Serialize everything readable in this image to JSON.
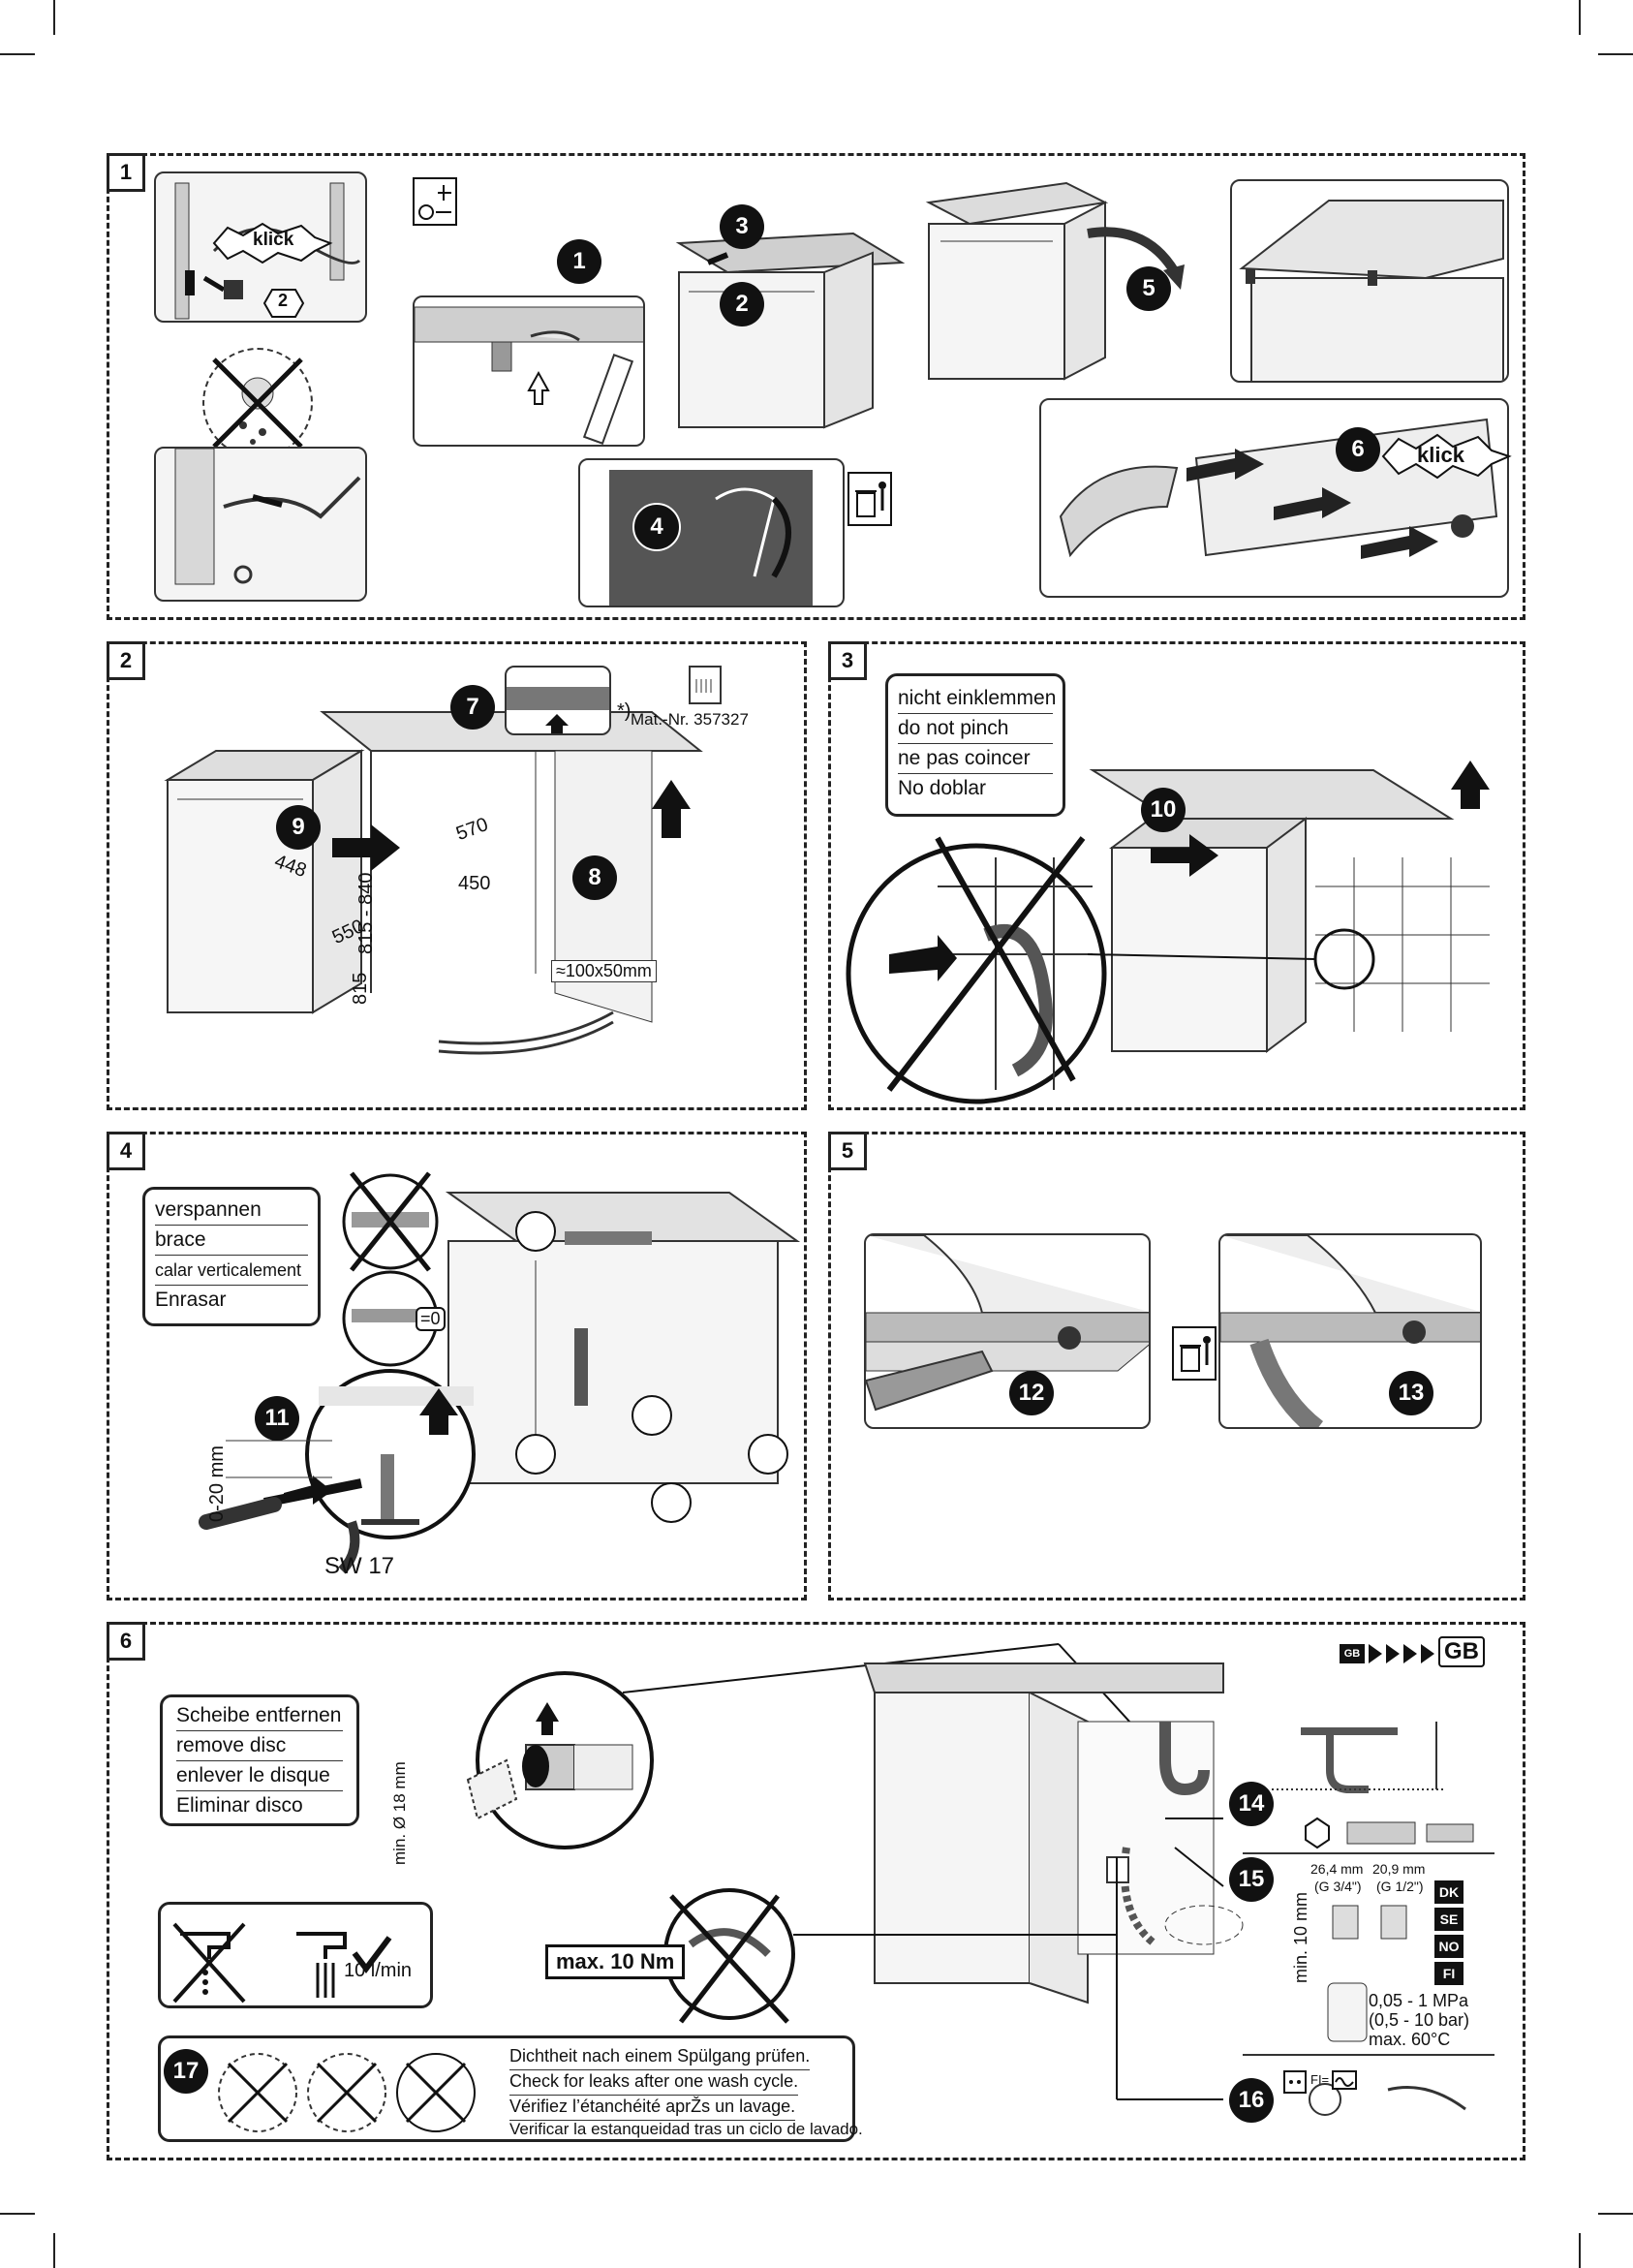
{
  "sections": [
    {
      "number": "1"
    },
    {
      "number": "2"
    },
    {
      "number": "3"
    },
    {
      "number": "4"
    },
    {
      "number": "5"
    },
    {
      "number": "6"
    }
  ],
  "steps": [
    "1",
    "2",
    "3",
    "4",
    "5",
    "6",
    "7",
    "8",
    "9",
    "10",
    "11",
    "12",
    "13",
    "14",
    "15",
    "16",
    "17"
  ],
  "section1": {
    "klick_top": "klick",
    "klick_right": "klick",
    "sub_badge": "2"
  },
  "section2": {
    "mat_nr": "Mat.-Nr. 357327",
    "footnote_mark": "*)",
    "dim_height": "815 - 840",
    "dim_570": "570",
    "dim_450": "450",
    "dim_448": "448",
    "dim_550": "550",
    "dim_815": "815",
    "hole_size": "≈100x50mm"
  },
  "section3": {
    "warning": [
      "nicht einklemmen",
      "do not pinch",
      "ne pas coincer",
      "No doblar"
    ]
  },
  "section4": {
    "levels": [
      "verspannen",
      "brace",
      "calar verticalement",
      "Enrasar"
    ],
    "gap_mark": "=0",
    "range": "0-20 mm",
    "wrench": "SW 17"
  },
  "section6": {
    "disc": [
      "Scheibe entfernen",
      "remove disc",
      "enlever le disque",
      "Eliminar disco"
    ],
    "diameter": "min. Ø 18 mm",
    "flow": "10 l/min",
    "torque": "max. 10 Nm",
    "country_small": "GB",
    "country_big": "GB",
    "thread_a": "26,4 mm",
    "thread_a_spec": "(G 3/4\")",
    "thread_b": "20,9 mm",
    "thread_b_spec": "(G 1/2\")",
    "min_height": "min. 10 mm",
    "pressure": [
      "0,05 - 1 MPa",
      "(0,5 - 10 bar)",
      "max. 60°C"
    ],
    "countries": [
      "DK",
      "SE",
      "NO",
      "FI"
    ],
    "fi_label": "FI=",
    "check": [
      "Dichtheit nach einem Spülgang prüfen.",
      "Check for leaks after one wash cycle.",
      "Vérifiez l’étanchéité aprŽs un lavage.",
      "Verificar la estanqueidad tras un ciclo de lavado."
    ]
  },
  "colors": {
    "ink": "#111111",
    "panel": "#f4f4f4",
    "dark_fill": "#555555"
  }
}
